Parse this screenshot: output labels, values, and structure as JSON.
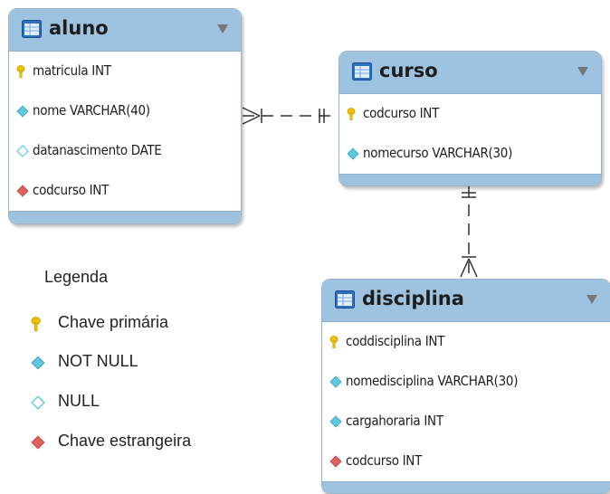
{
  "colors": {
    "header_bg": "#9ec3e0",
    "primary_key": "#f2c200",
    "not_null": "#5cc9e0",
    "foreign_key": "#e06060",
    "connector": "#333333"
  },
  "entities": {
    "aluno": {
      "title": "aluno",
      "columns": [
        {
          "text": "matricula INT",
          "icon": "key-icon"
        },
        {
          "text": "nome VARCHAR(40)",
          "icon": "not-null-diamond-icon"
        },
        {
          "text": "datanascimento DATE",
          "icon": "nullable-diamond-icon"
        },
        {
          "text": "codcurso INT",
          "icon": "foreign-key-diamond-icon"
        }
      ]
    },
    "curso": {
      "title": "curso",
      "columns": [
        {
          "text": "codcurso INT",
          "icon": "key-icon"
        },
        {
          "text": "nomecurso VARCHAR(30)",
          "icon": "not-null-diamond-icon"
        }
      ]
    },
    "disciplina": {
      "title": "disciplina",
      "columns": [
        {
          "text": "coddisciplina INT",
          "icon": "key-icon"
        },
        {
          "text": "nomedisciplina VARCHAR(30)",
          "icon": "not-null-diamond-icon"
        },
        {
          "text": "cargahoraria INT",
          "icon": "not-null-diamond-icon"
        },
        {
          "text": "codcurso INT",
          "icon": "foreign-key-diamond-icon"
        }
      ]
    }
  },
  "relationships": [
    {
      "from": "aluno",
      "to": "curso",
      "from_card": "many",
      "to_card": "one"
    },
    {
      "from": "curso",
      "to": "disciplina",
      "from_card": "one",
      "to_card": "many"
    }
  ],
  "legend": {
    "title": "Legenda",
    "items": [
      {
        "label": "Chave primária",
        "icon": "key-icon"
      },
      {
        "label": "NOT NULL",
        "icon": "not-null-diamond-icon"
      },
      {
        "label": "NULL",
        "icon": "nullable-diamond-icon"
      },
      {
        "label": "Chave estrangeira",
        "icon": "foreign-key-diamond-icon"
      }
    ]
  }
}
